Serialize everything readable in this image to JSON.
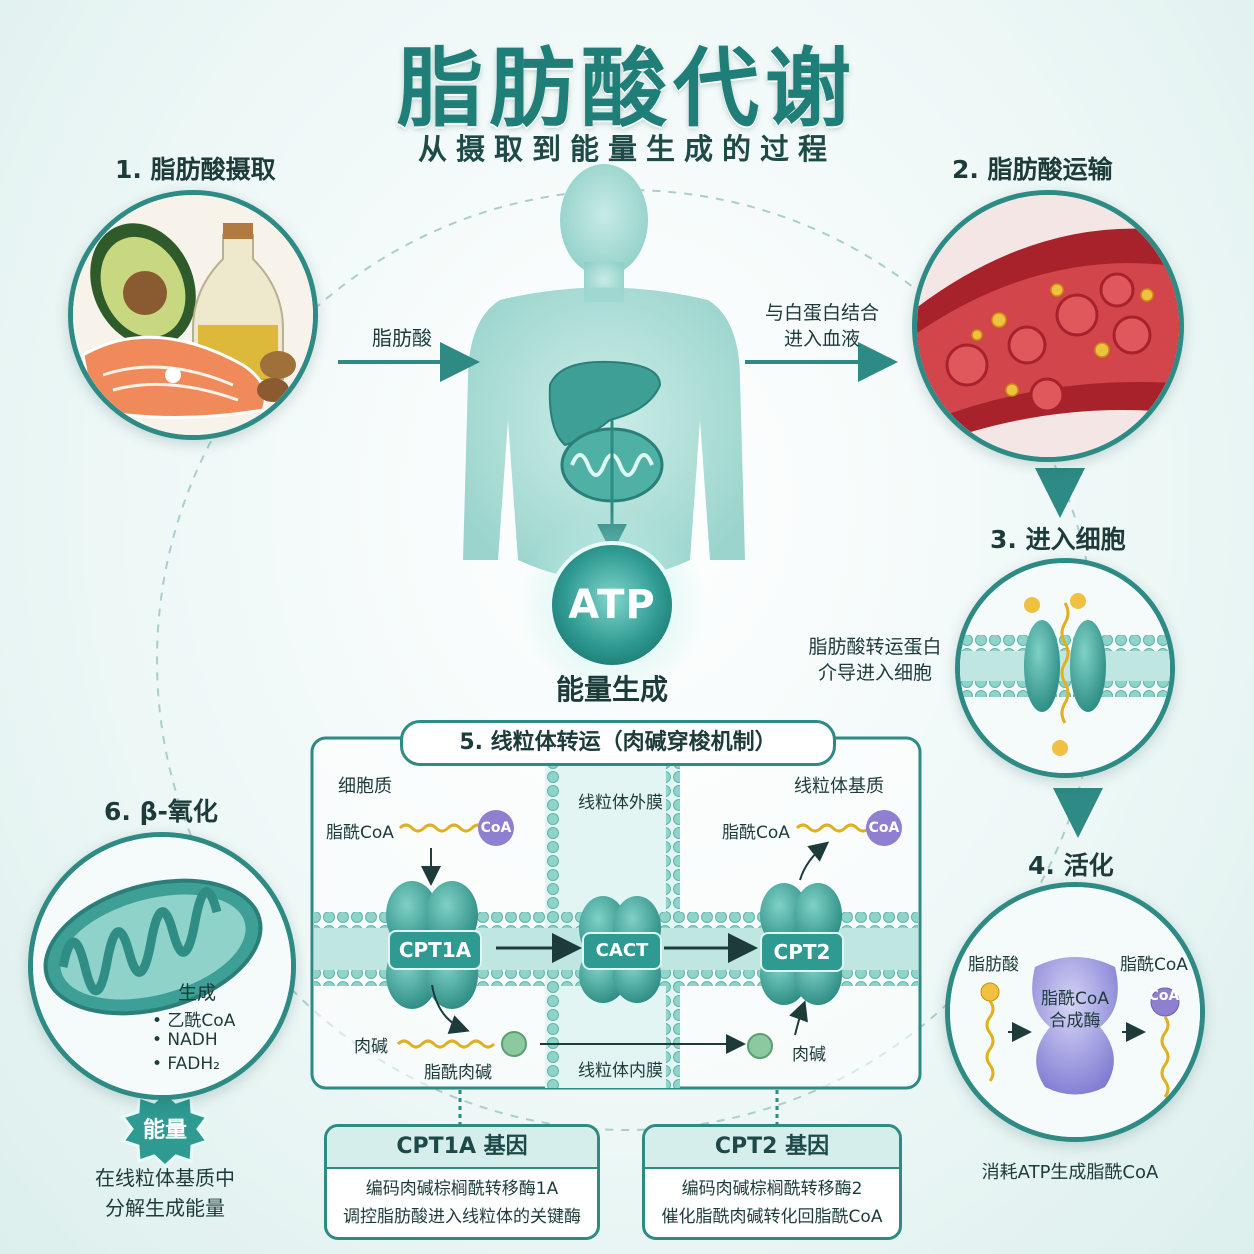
{
  "header": {
    "title": "脂肪酸代谢",
    "subtitle": "从摄取到能量生成的过程"
  },
  "center": {
    "atp_label": "ATP",
    "energy_label": "能量生成"
  },
  "steps": {
    "step1": {
      "title": "1. 脂肪酸摄取",
      "arrow_label": "脂肪酸"
    },
    "step2": {
      "title": "2. 脂肪酸运输",
      "arrow_label_line1": "与白蛋白结合",
      "arrow_label_line2": "进入血液"
    },
    "step3": {
      "title": "3. 进入细胞",
      "desc_line1": "脂肪酸转运蛋白",
      "desc_line2": "介导进入细胞"
    },
    "step4": {
      "title": "4. 活化",
      "left_label": "脂肪酸",
      "right_label": "脂酰CoA",
      "enzyme_line1": "脂酰CoA",
      "enzyme_line2": "合成酶",
      "coa_badge": "CoA",
      "caption": "消耗ATP生成脂酰CoA"
    },
    "step5": {
      "title": "5. 线粒体转运（肉碱穿梭机制）",
      "cytoplasm": "细胞质",
      "outer_membrane": "线粒体外膜",
      "matrix": "线粒体基质",
      "acyl_coa_left": "脂酰CoA",
      "acyl_coa_right": "脂酰CoA",
      "coa_badge": "CoA",
      "enzyme1": "CPT1A",
      "enzyme2": "CACT",
      "enzyme3": "CPT2",
      "carnitine_left": "肉碱",
      "acyl_carnitine": "脂酰肉碱",
      "inner_membrane": "线粒体内膜",
      "carnitine_right": "肉碱"
    },
    "step6": {
      "title": "6. β-氧化",
      "produce_label": "生成",
      "products": [
        "• 乙酰CoA",
        "• NADH",
        "• FADH₂"
      ],
      "energy_badge": "能量",
      "caption_line1": "在线粒体基质中",
      "caption_line2": "分解生成能量"
    }
  },
  "genes": {
    "cpt1a": {
      "title": "CPT1A 基因",
      "line1": "编码肉碱棕榈酰转移酶1A",
      "line2": "调控脂肪酸进入线粒体的关键酶"
    },
    "cpt2": {
      "title": "CPT2 基因",
      "line1": "编码肉碱棕榈酰转移酶2",
      "line2": "催化脂酰肉碱转化回脂酰CoA"
    }
  },
  "colors": {
    "teal": "#2d8a84",
    "teal_light": "#8fd2c9",
    "title": "#1f7f78",
    "blood": "#c8383f",
    "coa_purple": "#8f7fd0",
    "lipid_gold": "#e0b020"
  }
}
